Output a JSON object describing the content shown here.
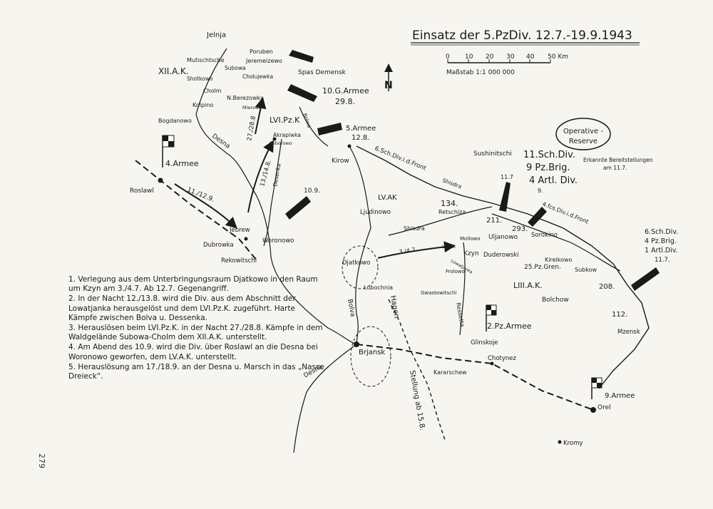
{
  "title": "Einsatz der 5.PzDiv. 12.7.-19.9.1943",
  "scale": {
    "ticks": [
      "0",
      "10",
      "20",
      "30",
      "40",
      "50 Km"
    ],
    "label": "Maßstab 1:1 000 000"
  },
  "north": "N",
  "places": {
    "jelnja": "Jelnja",
    "mutischtsche": "Mutischtsche",
    "poruben": "Poruben",
    "jeremeizewo": "Jeremeizewo",
    "subowa": "Subowa",
    "cholujewka": "Cholujewka",
    "spasdemensk": "Spas Demensk",
    "shotkowo": "Shotkowo",
    "cholm": "Cholm",
    "nberezowka": "N.Berezowka",
    "mirowo": "Mierowo",
    "kolpino": "Kolpino",
    "bogdanowo": "Bogdanowo",
    "akrapiwka": "Akrapiwka",
    "sliborowo": "Sliborowo",
    "kirow": "Kirow",
    "roslawl": "Roslawl",
    "jebrew": "Jebrew",
    "woronowo": "Woronowo",
    "dubrowka": "Dubrowka",
    "rekowitschi": "Rekowitschi",
    "ljudinowo": "Ljudinowo",
    "shisdra": "Shisdra",
    "retschiza": "Retschiza",
    "sushinitschi": "Sushinitschi",
    "uljanowo": "Uljanowo",
    "sorokino": "Sorokino",
    "mollowo": "Mollowo",
    "lowat": "Lowat",
    "kzyn": "Kzyn",
    "duderowski": "Duderowski",
    "frolowo": "Frolowo",
    "djatkowo": "Djatkowo",
    "lubochnia": "Lubochnia",
    "gwastowitschi": "Gwastowitschi",
    "kireikowo": "Kireikowo",
    "subkow": "Subkow",
    "bolchow": "Bolchow",
    "mzensk": "Mzensk",
    "brjansk": "Brjansk",
    "glinskoje": "Glinskoje",
    "chotynez": "Chotynez",
    "kararschew": "Kararschew",
    "orel": "Orel",
    "kromy": "Kromy"
  },
  "rivers": {
    "desna_north": "Desna",
    "desna_south": "Desna",
    "desenka": "Desenka",
    "bolwa_north": "Bolwa",
    "bolwa_south": "Bolva",
    "ressetta": "Ressetta",
    "shisdra": "Shisdra",
    "lowatj": "Lowatjanka"
  },
  "units": {
    "xii_ak": "XII.A.K.",
    "lvi_pzk": "LVI.Pz.K",
    "g10_armee": "10.G.Armee",
    "g10_date": "29.8.",
    "a5": "5.Armee",
    "a5_date": "12.8.",
    "a4": "4.Armee",
    "lv_ak": "LV.AK",
    "liii_ak": "LIII.A.K.",
    "pz2_armee": "2.Pz.Armee",
    "a9": "9.Armee",
    "shdiv6": "6.Sch.Div.i.d.Front",
    "n134": "134.",
    "n211": "211.",
    "n293": "293.",
    "n208": "208.",
    "n112": "112.",
    "pzgren25": "25.Pz.Gren.",
    "fcs4div": "4.fcs.Div.i.d.Front",
    "date117a": "11.7",
    "date117b": "11.7.",
    "erkannte1": "Erkannte Bereitstellungen",
    "erkannte2": "am 11.7.",
    "reserve1": "Operative -",
    "reserve2": "Reserve",
    "res11": "11.Sch.Div.",
    "res9": "9 Pz.Brig.",
    "res4": "4 Artl. Div.",
    "east1": "6.Sch.Div.",
    "east2": "4 Pz.Brig.",
    "east3": "1 Artl.Div.",
    "east4": "11.7.",
    "a9small": "9.",
    "stellung": "Stellung ab 15.8.",
    "hagen": "Hagen",
    "m_2718": "27./28.8",
    "m_1314": "13./14.8.",
    "m_109": "10.9.",
    "m_1112": "11./12.9.",
    "m_34": "3./4.7"
  },
  "notes": [
    "1. Verlegung aus dem Unterbringungsraum Djatkowo in den Raum um Kzyn am 3./4.7. Ab 12.7. Gegenangriff.",
    "2. In der Nacht 12./13.8. wird die Div. aus dem Abschnitt der Lowatjanka herausgelöst und dem LVI.Pz.K. zugeführt. Harte Kämpfe zwischen Bolva u. Dessenka.",
    "3. Herauslösen beim LVI.Pz.K. in der Nacht 27./28.8. Kämpfe in dem Waldgelände Subowa-Cholm dem XII.A.K. unterstellt.",
    "4. Am Abend des 10.9. wird die Div. über Roslawl an die Desna bei Woronowo geworfen, dem LV.A.K. unterstellt.",
    "5. Herauslösung am 17./18.9. an der Desna u. Marsch in das „Nasse Dreieck“."
  ],
  "page_number": "279"
}
